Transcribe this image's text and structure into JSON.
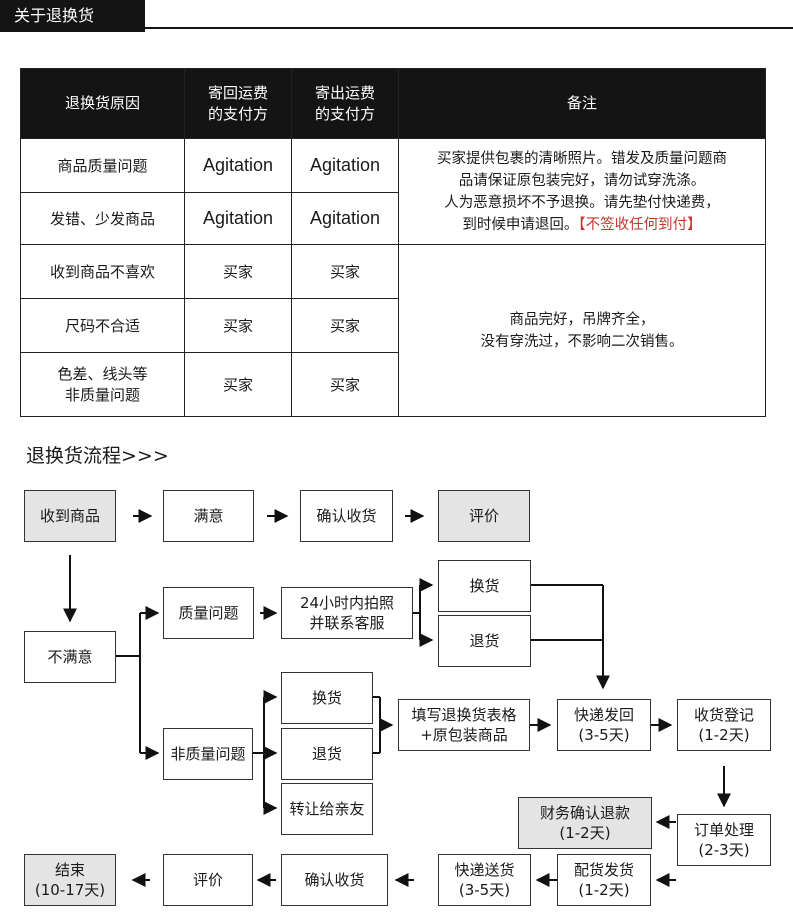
{
  "header": {
    "title": "关于退换货"
  },
  "table": {
    "headers": [
      "退换货原因",
      "寄回运费\n的支付方",
      "寄出运费\n的支付方",
      "备注"
    ],
    "rows": [
      {
        "reason": "商品质量问题",
        "return_pay": "Agitation",
        "send_pay": "Agitation"
      },
      {
        "reason": "发错、少发商品",
        "return_pay": "Agitation",
        "send_pay": "Agitation"
      },
      {
        "reason": "收到商品不喜欢",
        "return_pay": "买家",
        "send_pay": "买家"
      },
      {
        "reason": "尺码不合适",
        "return_pay": "买家",
        "send_pay": "买家"
      },
      {
        "reason": "色差、线头等\n非质量问题",
        "return_pay": "买家",
        "send_pay": "买家"
      }
    ],
    "note_a": {
      "line1": "买家提供包裹的清晰照片。错发及质量问题商",
      "line2": "品请保证原包装完好，请勿试穿洗涤。",
      "line3": "人为恶意损坏不予退换。请先垫付快递费，",
      "line4": "到时候申请退回。",
      "red": "【不签收任何到付】"
    },
    "note_b": {
      "line1": "商品完好，吊牌齐全，",
      "line2": "没有穿洗过，不影响二次销售。"
    }
  },
  "flow": {
    "title": "退换货流程>>>",
    "nodes": {
      "received": "收到商品",
      "satisfied": "满意",
      "confirm1": "确认收货",
      "review1": "评价",
      "unsatisfied": "不满意",
      "quality": "质量问题",
      "contact": "24小时内拍照\n并联系客服",
      "exchange1": "换货",
      "refund1": "退货",
      "nonquality": "非质量问题",
      "exchange2": "换货",
      "refund2": "退货",
      "gift": "转让给亲友",
      "fill_form": "填写退换货表格\n+原包装商品",
      "ship_back": "快递发回\n(3-5天)",
      "register": "收货登记\n(1-2天)",
      "finance": "财务确认退款\n(1-2天)",
      "order": "订单处理\n(2-3天)",
      "pack": "配货发货\n(1-2天)",
      "deliver": "快递送货\n(3-5天)",
      "confirm2": "确认收货",
      "review2": "评价",
      "end": "结束\n(10-17天)"
    }
  }
}
